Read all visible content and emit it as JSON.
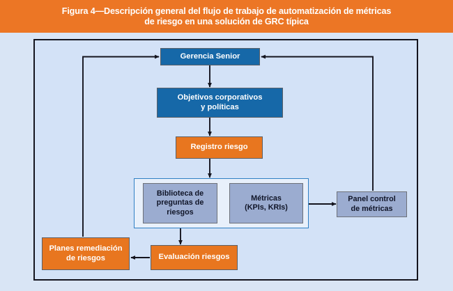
{
  "figure": {
    "title": "Figura 4—Descripción general del flujo de trabajo de automatización de métricas\nde riesgo en una solución de GRC típica",
    "title_line1": "Figura 4—Descripción general del flujo de trabajo de automatización de métricas",
    "title_line2": "de riesgo en una solución de GRC típica"
  },
  "colors": {
    "banner": "#ec7625",
    "canvas_background": "#d3e2f7",
    "page_background": "#d9e5f5",
    "node_blue": "#1668a8",
    "node_orange": "#e8761f",
    "node_grey": "#9bacd0",
    "group_border": "#2f7fc4",
    "frame_border": "#14141e",
    "connector": "#14141e",
    "text_light": "#ffffff",
    "text_dark": "#101528"
  },
  "diagram": {
    "type": "flowchart",
    "nodes": [
      {
        "id": "gerencia-senior",
        "label": "Gerencia Senior",
        "style": "blue"
      },
      {
        "id": "objetivos",
        "label": "Objetivos corporativos\ny políticas",
        "style": "blue"
      },
      {
        "id": "registro-riesgo",
        "label": "Registro riesgo",
        "style": "orange"
      },
      {
        "id": "biblioteca",
        "label": "Biblioteca de\npreguntas de\nriesgos",
        "style": "grey"
      },
      {
        "id": "metricas",
        "label": "Métricas\n(KPIs, KRIs)",
        "style": "grey"
      },
      {
        "id": "panel-control",
        "label": "Panel control\nde métricas",
        "style": "grey"
      },
      {
        "id": "planes-remediacion",
        "label": "Planes remediación\nde riesgos",
        "style": "orange"
      },
      {
        "id": "evaluacion-riesgos",
        "label": "Evaluación riesgos",
        "style": "orange"
      }
    ],
    "edges": [
      {
        "from": "gerencia-senior",
        "to": "objetivos",
        "label": ""
      },
      {
        "from": "objetivos",
        "to": "registro-riesgo",
        "label": ""
      },
      {
        "from": "registro-riesgo",
        "to": "biblioteca-group",
        "label": ""
      },
      {
        "from": "biblioteca",
        "to": "evaluacion-riesgos",
        "label": ""
      },
      {
        "from": "evaluacion-riesgos",
        "to": "planes-remediacion",
        "label": ""
      },
      {
        "from": "planes-remediacion",
        "to": "gerencia-senior",
        "label": ""
      },
      {
        "from": "metricas",
        "to": "panel-control",
        "label": ""
      },
      {
        "from": "panel-control",
        "to": "gerencia-senior",
        "label": ""
      }
    ]
  }
}
